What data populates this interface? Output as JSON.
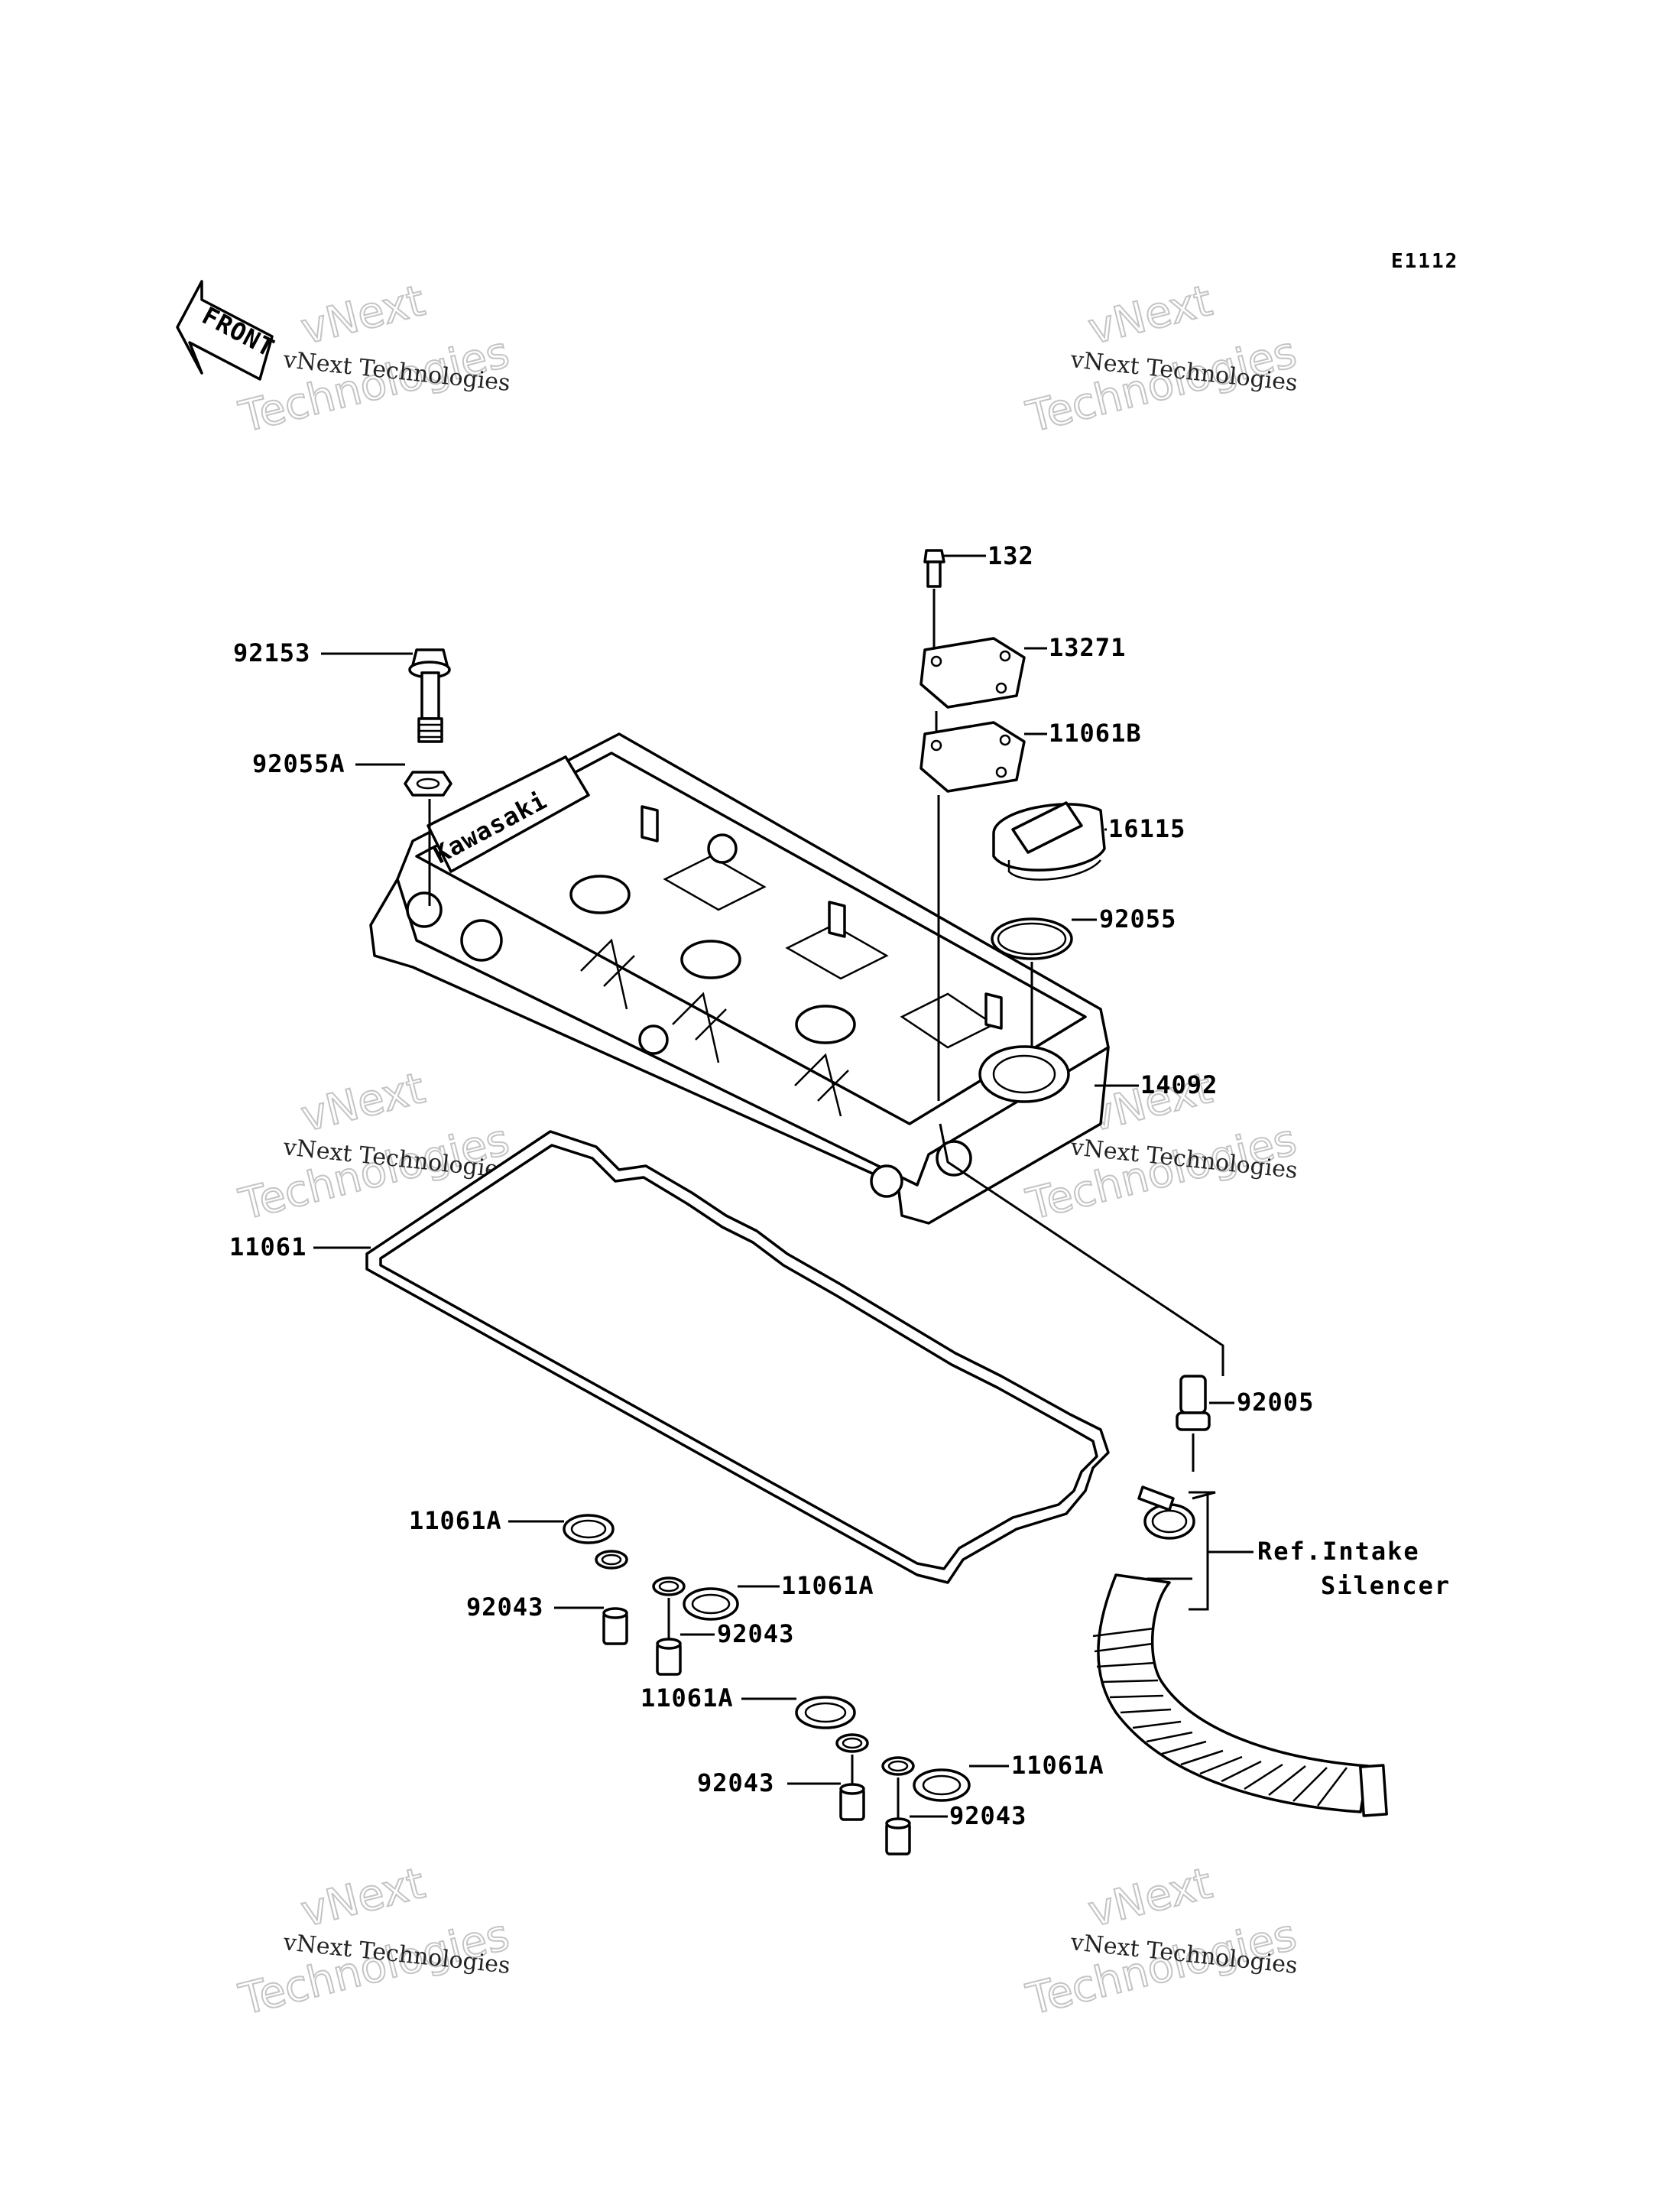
{
  "diagram_code": "E1112",
  "front_arrow_text": "FRONT",
  "emblem_text": "Kawasaki",
  "watermark": {
    "line1": "vNext",
    "line2": "Technologies",
    "full": "vNext Technologies"
  },
  "labels": {
    "p132": "132",
    "p13271": "13271",
    "p11061B": "11061B",
    "p16115": "16115",
    "p92055": "92055",
    "p14092": "14092",
    "p92153": "92153",
    "p92055A": "92055A",
    "p11061": "11061",
    "p92005": "92005",
    "ref_line1": "Ref.Intake",
    "ref_line2": "Silencer",
    "p11061A_1": "11061A",
    "p92043_1": "92043",
    "p11061A_2": "11061A",
    "p92043_2": "92043",
    "p11061A_3": "11061A",
    "p92043_3": "92043",
    "p11061A_4": "11061A",
    "p92043_4": "92043"
  }
}
